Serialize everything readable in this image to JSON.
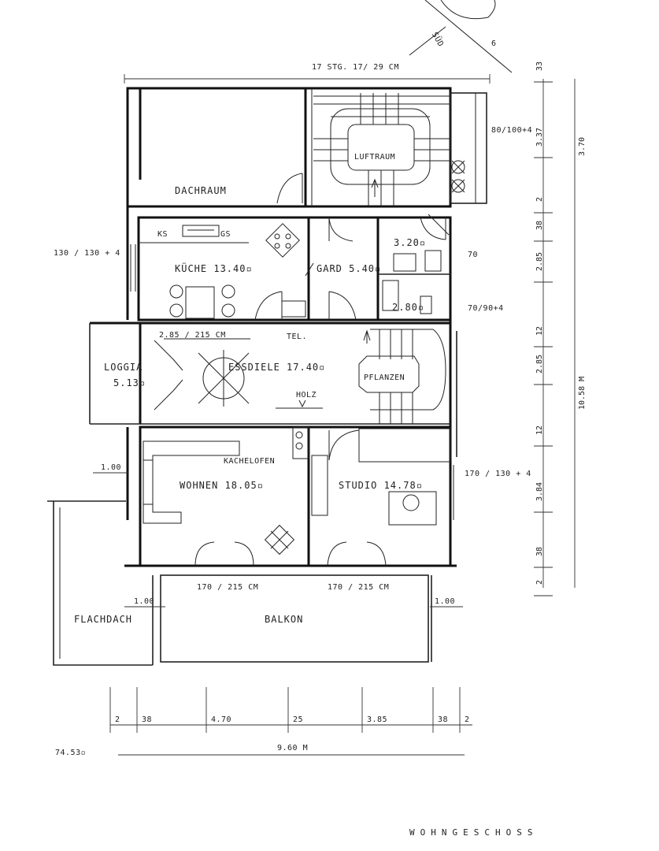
{
  "orientation": {
    "south_label": "SÜD",
    "bearing_label": "6"
  },
  "stairs_note": "17 STG. 17/ 29 CM",
  "rooms": {
    "dachraum": "DACHRAUM",
    "luftraum": "LUFTRAUM",
    "kueche": "KÜCHE  13.40▫",
    "ks": "KS",
    "gs": "GS",
    "gard": "GARD 5.40▫",
    "bath1": "3.20▫",
    "bath2": "2.80▫",
    "loggia_name": "LOGGIA",
    "loggia_area": "5.13▫",
    "essdiele": "ESSDIELE  17.40▫",
    "pflanzen": "PFLANZEN",
    "tel": "TEL.",
    "holz": "HOLZ",
    "kachelofen": "KACHELOFEN",
    "wohnen": "WOHNEN  18.05▫",
    "studio": "STUDIO  14.78▫",
    "flachdach": "FLACHDACH",
    "balkon": "BALKON"
  },
  "openings": {
    "w_kitchen_left": "130 / 130 + 4",
    "w_top_right": "80/100+4",
    "w_bath_right": "70/90+4",
    "w_right_mid": "70",
    "w_essdiele": "2.85 / 215 CM",
    "w_studio_right": "170 / 130 + 4",
    "door_wohnen": "170 / 215 CM",
    "door_studio": "170 / 215 CM",
    "bal_left": "1.00",
    "bal_left2": "1.00",
    "bal_right": "1.00"
  },
  "dims_right": [
    "33",
    "3.37",
    "2",
    "38",
    "2.85",
    "12",
    "2.85",
    "12",
    "3.84",
    "38",
    "2"
  ],
  "dim_right_total_upper": "3.70",
  "dim_right_total": "10.58 M",
  "dims_bottom": [
    "2",
    "38",
    "4.70",
    "25",
    "3.85",
    "38",
    "2"
  ],
  "dim_bottom_total": "9.60 M",
  "floor_area": "74.53▫",
  "title": "WOHNGESCHOSS"
}
